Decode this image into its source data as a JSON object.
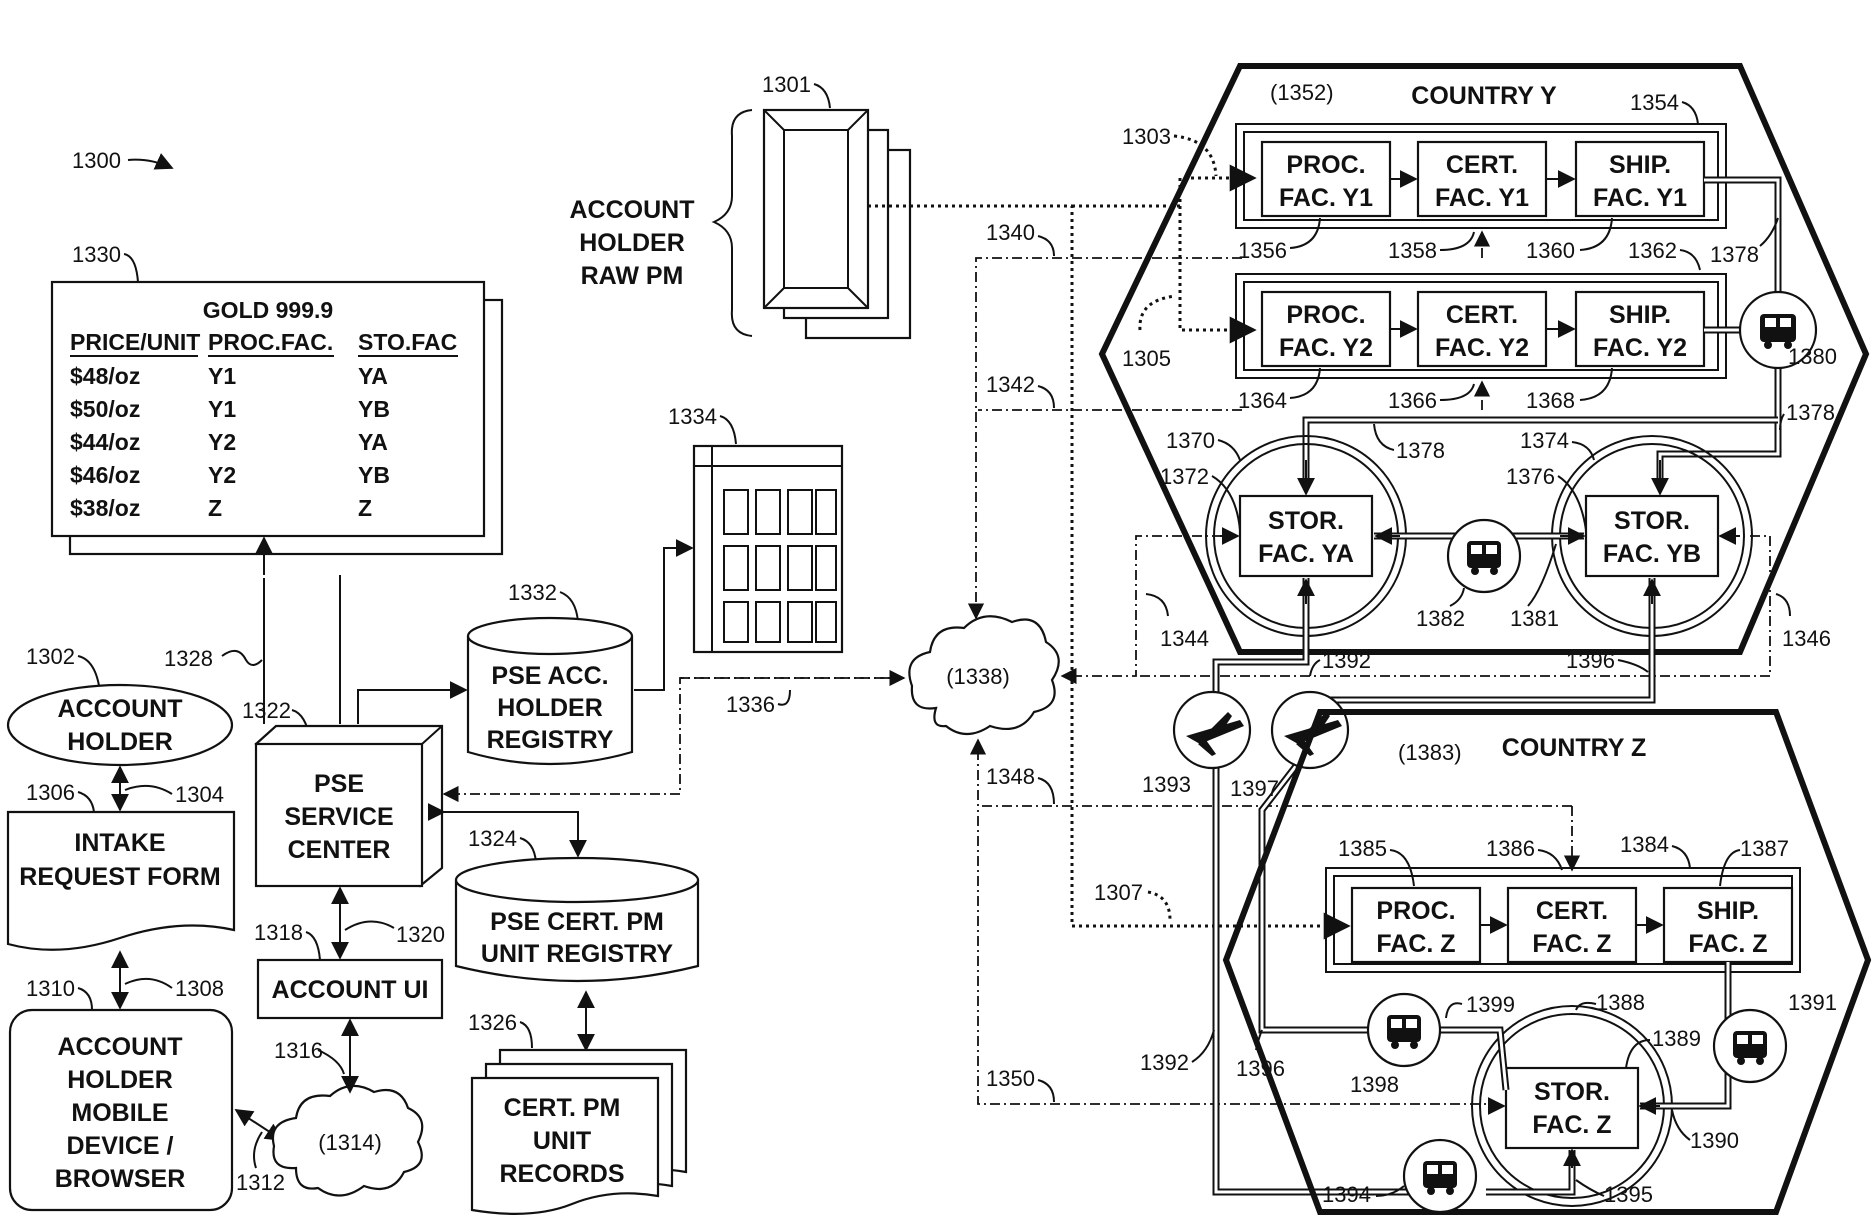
{
  "figure_number": "1300",
  "table": {
    "ref": "1330",
    "title": "GOLD 999.9",
    "headers": [
      "PRICE/UNIT",
      "PROC.FAC.",
      "STO.FAC"
    ],
    "rows": [
      [
        "$48/oz",
        "Y1",
        "YA"
      ],
      [
        "$50/oz",
        "Y1",
        "YB"
      ],
      [
        "$44/oz",
        "Y2",
        "YA"
      ],
      [
        "$46/oz",
        "Y2",
        "YB"
      ],
      [
        "$38/oz",
        "Z",
        "Z"
      ]
    ]
  },
  "nodes": {
    "account_holder": {
      "ref": "1302",
      "lines": [
        "ACCOUNT",
        "HOLDER"
      ]
    },
    "intake_form": {
      "ref": "1306",
      "lines": [
        "INTAKE",
        "REQUEST FORM"
      ]
    },
    "mobile_device": {
      "ref": "1310",
      "lines": [
        "ACCOUNT",
        "HOLDER",
        "MOBILE",
        "DEVICE /",
        "BROWSER"
      ]
    },
    "cloud_small": {
      "ref": "(1314)"
    },
    "account_ui": {
      "ref": "1318",
      "label": "ACCOUNT UI"
    },
    "service_center": {
      "ref": "1322",
      "lines": [
        "PSE",
        "SERVICE",
        "CENTER"
      ]
    },
    "acc_registry": {
      "ref": "1332",
      "lines": [
        "PSE ACC.",
        "HOLDER",
        "REGISTRY"
      ]
    },
    "cert_registry": {
      "ref": "1324",
      "lines": [
        "PSE CERT. PM",
        "UNIT REGISTRY"
      ]
    },
    "cert_records": {
      "ref": "1326",
      "lines": [
        "CERT. PM",
        "UNIT",
        "RECORDS"
      ]
    },
    "building": {
      "ref": "1334"
    },
    "raw_pm": {
      "ref": "1301",
      "lines": [
        "ACCOUNT",
        "HOLDER",
        "RAW PM"
      ]
    },
    "cloud_big": {
      "ref": "(1338)"
    }
  },
  "country_y": {
    "ref": "(1352)",
    "title": "COUNTRY Y",
    "row1": {
      "ref": "1354",
      "proc": [
        "PROC.",
        "FAC. Y1"
      ],
      "cert": [
        "CERT.",
        "FAC. Y1"
      ],
      "ship": [
        "SHIP.",
        "FAC. Y1"
      ]
    },
    "row2": {
      "proc": [
        "PROC.",
        "FAC. Y2"
      ],
      "cert": [
        "CERT.",
        "FAC. Y2"
      ],
      "ship": [
        "SHIP.",
        "FAC. Y2"
      ]
    },
    "stor_a": [
      "STOR.",
      "FAC. YA"
    ],
    "stor_b": [
      "STOR.",
      "FAC. YB"
    ]
  },
  "country_z": {
    "ref": "(1383)",
    "title": "COUNTRY Z",
    "row": {
      "ref": "1384",
      "proc": [
        "PROC.",
        "FAC. Z"
      ],
      "cert": [
        "CERT.",
        "FAC. Z"
      ],
      "ship": [
        "SHIP.",
        "FAC. Z"
      ]
    },
    "stor": [
      "STOR.",
      "FAC. Z"
    ]
  },
  "refs": {
    "r1304": "1304",
    "r1308": "1308",
    "r1312": "1312",
    "r1316": "1316",
    "r1320": "1320",
    "r1328": "1328",
    "r1336": "1336",
    "r1303": "1303",
    "r1305": "1305",
    "r1307": "1307",
    "r1340": "1340",
    "r1342": "1342",
    "r1344": "1344",
    "r1346": "1346",
    "r1348": "1348",
    "r1350": "1350",
    "r1356": "1356",
    "r1358": "1358",
    "r1360": "1360",
    "r1362": "1362",
    "r1364": "1364",
    "r1366": "1366",
    "r1368": "1368",
    "r1370": "1370",
    "r1372": "1372",
    "r1374": "1374",
    "r1376": "1376",
    "r1378a": "1378",
    "r1378b": "1378",
    "r1378c": "1378",
    "r1380": "1380",
    "r1381": "1381",
    "r1382": "1382",
    "r1385": "1385",
    "r1386": "1386",
    "r1387": "1387",
    "r1388": "1388",
    "r1389": "1389",
    "r1390": "1390",
    "r1391": "1391",
    "r1392a": "1392",
    "r1392b": "1392",
    "r1393": "1393",
    "r1394": "1394",
    "r1395": "1395",
    "r1396a": "1396",
    "r1396b": "1396",
    "r1397": "1397",
    "r1398": "1398",
    "r1399": "1399"
  }
}
